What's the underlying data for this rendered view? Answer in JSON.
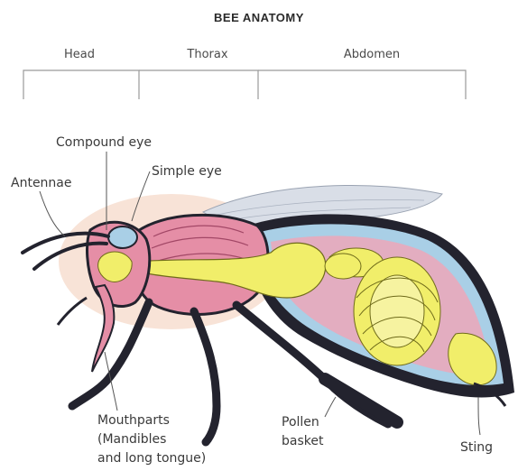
{
  "title": "BEE ANATOMY",
  "sections": {
    "head": "Head",
    "thorax": "Thorax",
    "abdomen": "Abdomen"
  },
  "labels": {
    "compound_eye": "Compound eye",
    "simple_eye": "Simple eye",
    "antennae": "Antennae",
    "mouthparts_1": "Mouthparts",
    "mouthparts_2": "(Mandibles",
    "mouthparts_3": "and long tongue)",
    "pollen_1": "Pollen",
    "pollen_2": "basket",
    "sting": "Sting"
  },
  "colors": {
    "body_outline": "#1f1f2e",
    "muscle_pink": "#e58ea6",
    "gut_yellow": "#f1ee6a",
    "air_blue": "#a9cfe6",
    "wing": "#d7dde6",
    "halo": "#f4c9b4"
  }
}
